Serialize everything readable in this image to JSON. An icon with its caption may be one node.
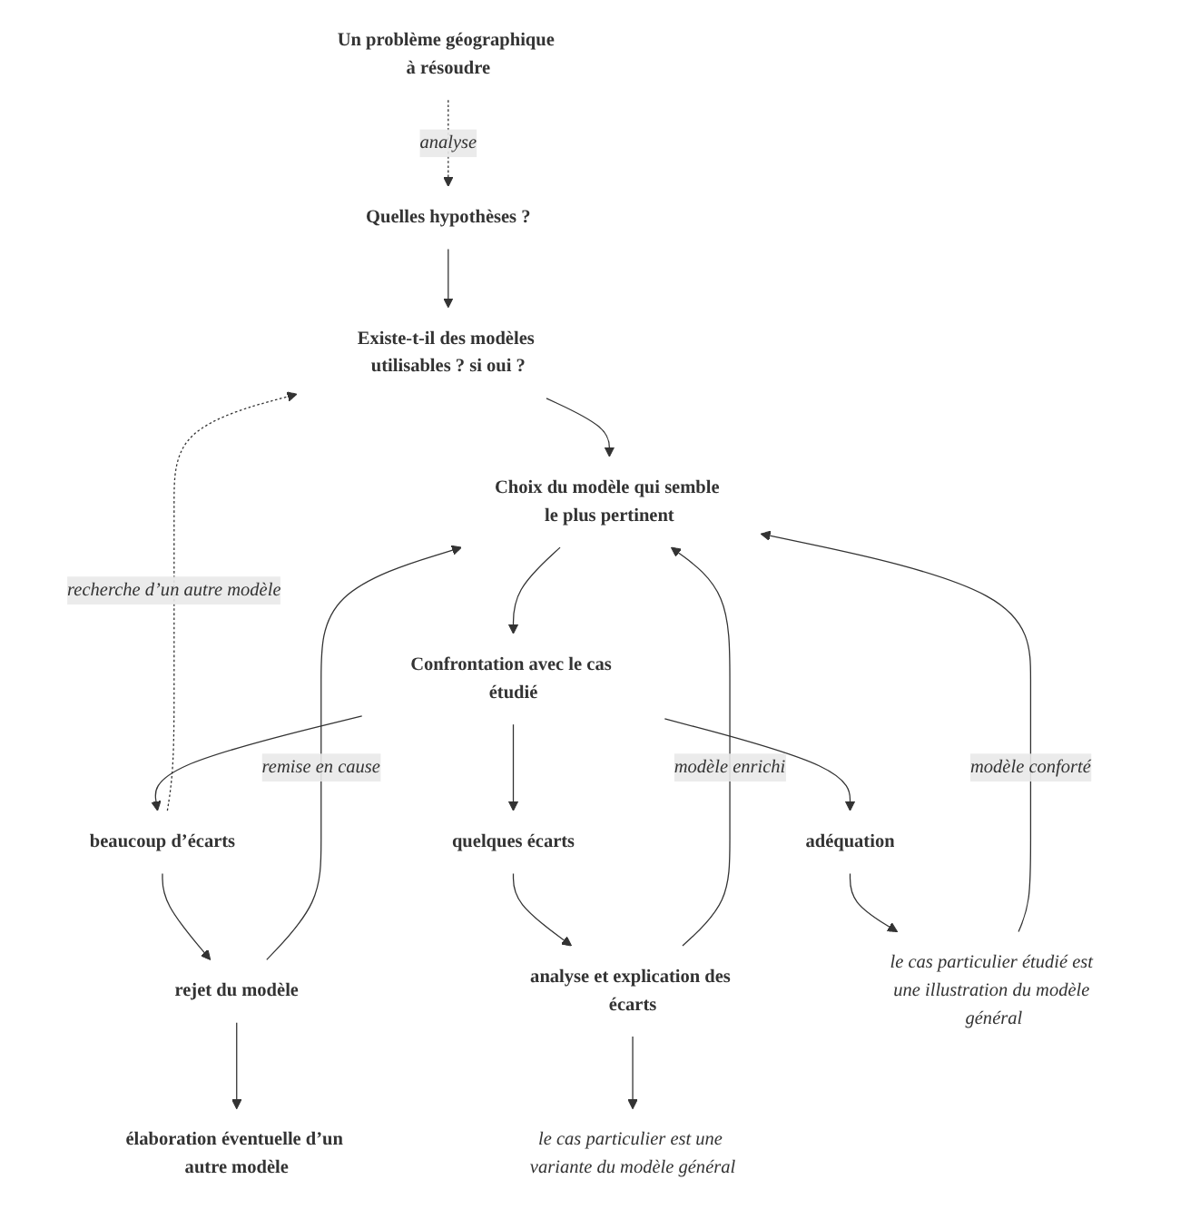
{
  "diagram": {
    "nodes": [
      {
        "text": [
          "Un problème géographique à résoudre"
        ]
      },
      {
        "text": [
          "Quelles hypothèses ?"
        ]
      },
      {
        "text": [
          "Existe-t-il des modèles utilisables ? si oui ?"
        ]
      },
      {
        "text": [
          "Choix du modèle qui semble le plus pertinent"
        ]
      },
      {
        "text": [
          "Confrontation avec le cas étudié"
        ]
      },
      {
        "text": [
          "beaucoup d’écarts"
        ]
      },
      {
        "text": [
          "quelques écarts"
        ]
      },
      {
        "text": [
          "adéquation"
        ]
      },
      {
        "text": [
          "rejet du modèle"
        ]
      },
      {
        "text": [
          "analyse et explication des écarts"
        ]
      },
      {
        "text": [
          "le cas particulier étudié est une illustration du modèle général"
        ]
      },
      {
        "text": [
          "élaboration éventuelle d’un autre modèle"
        ]
      },
      {
        "text": [
          "le cas particulier est une variante du modèle général"
        ]
      }
    ],
    "edges": [
      {
        "from": 0,
        "to": 1,
        "arrow": "to",
        "label": "analyse",
        "style": "dashed"
      },
      {
        "from": 1,
        "to": 2,
        "arrow": "to"
      },
      {
        "from": 2,
        "to": 3,
        "arrow": "to"
      },
      {
        "from": 3,
        "to": 4,
        "arrow": "to"
      },
      {
        "from": 4,
        "to": 5,
        "arrow": "to"
      },
      {
        "from": 4,
        "to": 6,
        "arrow": "to"
      },
      {
        "from": 4,
        "to": 7,
        "arrow": "to"
      },
      {
        "from": 5,
        "to": 8,
        "arrow": "to"
      },
      {
        "from": 6,
        "to": 9,
        "arrow": "to"
      },
      {
        "from": 7,
        "to": 10,
        "arrow": "to"
      },
      {
        "from": 8,
        "to": 11,
        "arrow": "to"
      },
      {
        "from": 9,
        "to": 12,
        "arrow": "to"
      },
      {
        "from": 8,
        "to": 3,
        "arrow": "to",
        "label": "remise en cause"
      },
      {
        "from": 9,
        "to": 3,
        "arrow": "to",
        "label": "modèle enrichi"
      },
      {
        "from": 10,
        "to": 3,
        "arrow": "to",
        "label": "modèle conforté"
      },
      {
        "from": 5,
        "to": 2,
        "arrow": "to",
        "label": "recherche d’un autre modèle",
        "style": "dashed"
      }
    ]
  }
}
